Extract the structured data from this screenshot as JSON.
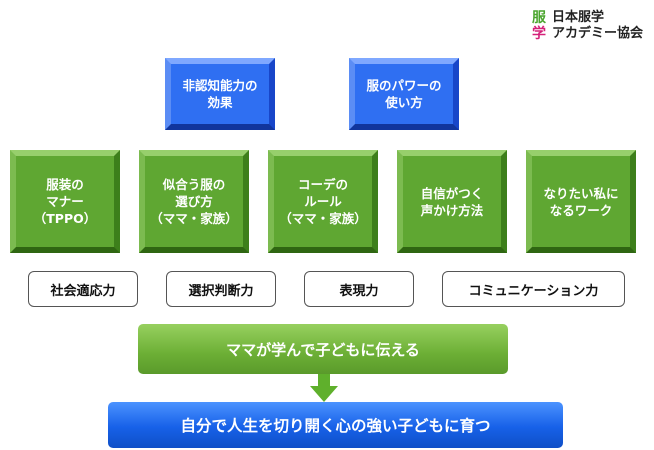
{
  "logo": {
    "mark_top": "服",
    "mark_bottom": "学",
    "name_line1": "日本服学",
    "name_line2": "アカデミー協会",
    "mark_colors": [
      "#4aa52e",
      "#d4217a"
    ]
  },
  "top_boxes": [
    {
      "text": "非認知能力の\n効果"
    },
    {
      "text": "服のパワーの\n使い方"
    }
  ],
  "green_boxes": [
    {
      "text": "服装の\nマナー\n（TPPO）"
    },
    {
      "text": "似合う服の\n選び方\n（ママ・家族）"
    },
    {
      "text": "コーデの\nルール\n（ママ・家族）"
    },
    {
      "text": "自信がつく\n声かけ方法"
    },
    {
      "text": "なりたい私に\nなるワーク"
    }
  ],
  "skills": [
    "社会適応力",
    "選択判断力",
    "表現力",
    "コミュニケーション力"
  ],
  "banner": "ママが学んで子どもに伝える",
  "goal": "自分で人生を切り開く心の強い子どもに育つ",
  "colors": {
    "blue_box": "#2f6ff2",
    "green_box": "#5fa732",
    "banner_green": "#6caf35",
    "goal_blue": "#1761e8",
    "arrow_green": "#5fb02c"
  }
}
